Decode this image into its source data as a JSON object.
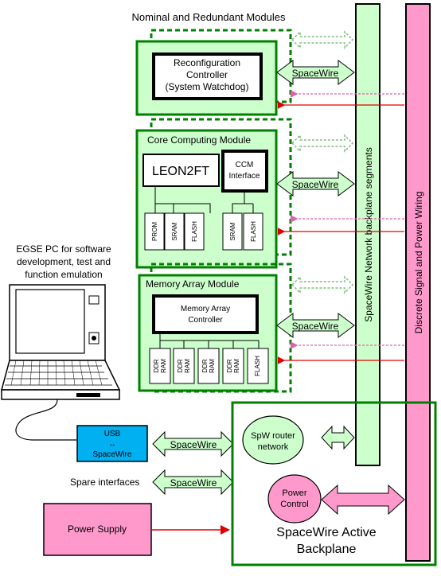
{
  "title": "Nominal and Redundant Modules",
  "egse": {
    "lines": [
      "EGSE PC for software",
      "development, test and",
      "function emulation"
    ]
  },
  "modules": {
    "reconfig": {
      "controller_lines": [
        "Reconfiguration",
        "Controller",
        "(System Watchdog)"
      ]
    },
    "core": {
      "title": "Core Computing Module",
      "cpu": "LEON2FT",
      "ccm_lines": [
        "CCM",
        "Interface"
      ],
      "memory_chips_left": [
        "PROM",
        "SRAM",
        "FLASH"
      ],
      "memory_chips_right": [
        "SRAM",
        "FLASH"
      ]
    },
    "memory": {
      "title": "Memory Array Module",
      "controller_lines": [
        "Memory Array",
        "Controller"
      ],
      "chips": [
        [
          "DDR",
          "RAM"
        ],
        [
          "DDR",
          "RAM"
        ],
        [
          "DDR",
          "RAM"
        ],
        [
          "DDR",
          "RAM"
        ],
        [
          "FLASH"
        ]
      ]
    }
  },
  "spacewire_label": "SpaceWire",
  "usb_lines": [
    "USB",
    "↔",
    "SpaceWire"
  ],
  "spare_interfaces": "Spare interfaces",
  "power_supply": "Power Supply",
  "backplane": {
    "router_lines": [
      "SpW router",
      "network"
    ],
    "power_control_lines": [
      "Power",
      "Control"
    ],
    "title_lines": [
      "SpaceWire Active",
      "Backplane"
    ]
  },
  "bus_labels": {
    "spacewire_segments": "SpaceWire Network backplane segments",
    "discrete_wiring": "Discrete Signal and Power Wiring"
  },
  "colors": {
    "green_fill": "#ccffcc",
    "green_border": "#008000",
    "pink": "#ff99cc",
    "power_supply": "#ff99cc",
    "usb": "#00b0f0",
    "arrow_red": "#e00000",
    "arrow_pink_dotted": "#e060b0"
  }
}
